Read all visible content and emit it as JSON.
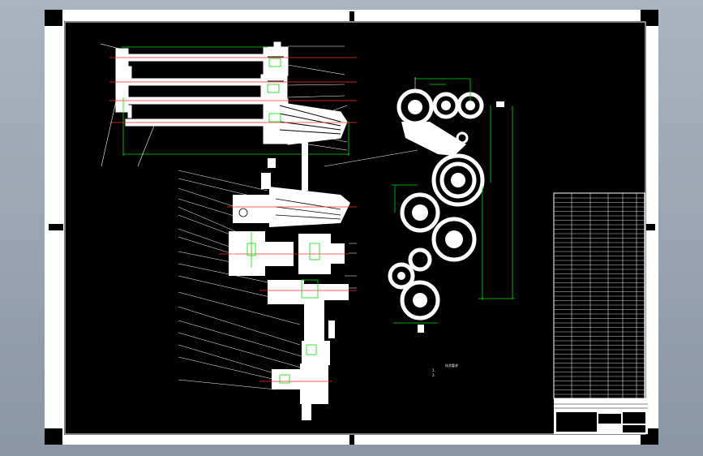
{
  "drawing": {
    "notes_title": "技术要求",
    "notes": [
      "1.",
      "2."
    ],
    "title_block": {
      "part_no": "",
      "title": "",
      "sheet": ""
    }
  },
  "colors": {
    "background": "#000000",
    "lines": "#ffffff",
    "dimensions": "#00ff00",
    "centerlines": "#ff0000",
    "frame": "#ffffff"
  }
}
